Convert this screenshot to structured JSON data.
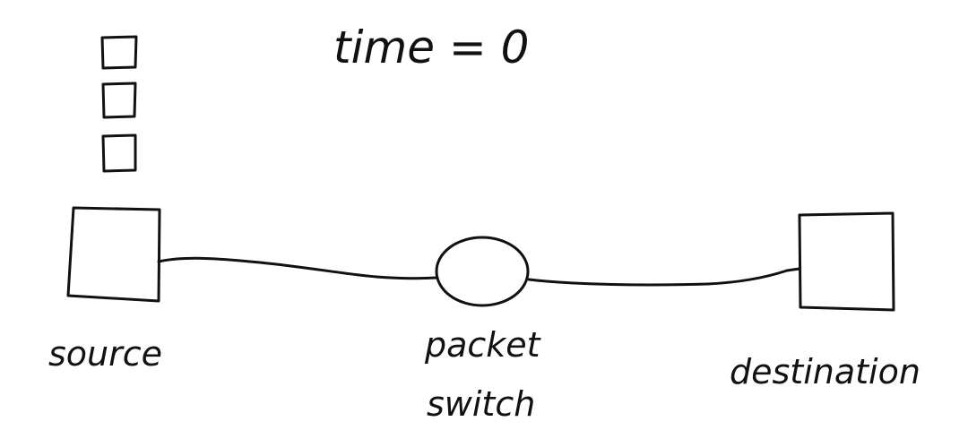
{
  "title": "time = 0",
  "nodes": {
    "source": {
      "label": "source"
    },
    "switch": {
      "label_line1": "packet",
      "label_line2": "switch"
    },
    "destination": {
      "label": "destination"
    }
  },
  "packets": {
    "count": 3
  },
  "colors": {
    "ink": "#111111",
    "background": "#ffffff"
  }
}
